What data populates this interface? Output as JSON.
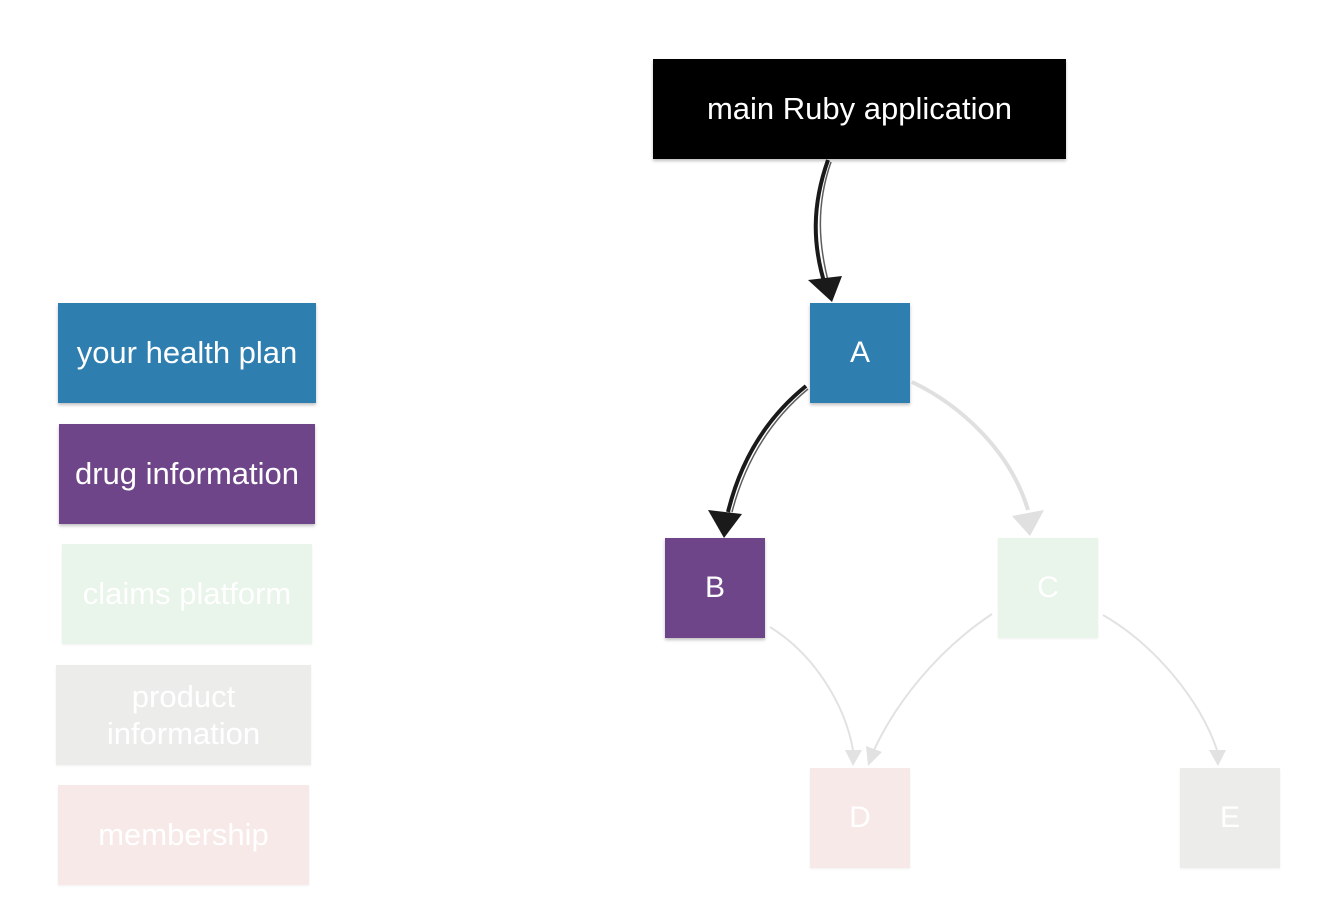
{
  "colors": {
    "main": "#000000",
    "blue": "#2e7eb0",
    "purple": "#6f4589",
    "green_faded": "#e9f4ea",
    "gray_faded": "#ecedeb",
    "pink_faded": "#f7e9e7",
    "edge_active": "#1a1a1a",
    "edge_faded": "#dedede"
  },
  "legend": {
    "your_health_plan": "your health plan",
    "drug_information": "drug information",
    "claims_platform": "claims platform",
    "product_information": "product information",
    "membership": "membership"
  },
  "nodes": {
    "main": "main Ruby application",
    "a": "A",
    "b": "B",
    "c": "C",
    "d": "D",
    "e": "E"
  },
  "edges": [
    {
      "from": "main",
      "to": "a",
      "active": true
    },
    {
      "from": "a",
      "to": "b",
      "active": true
    },
    {
      "from": "a",
      "to": "c",
      "active": false
    },
    {
      "from": "b",
      "to": "d",
      "active": false
    },
    {
      "from": "c",
      "to": "d",
      "active": false
    },
    {
      "from": "c",
      "to": "e",
      "active": false
    }
  ]
}
